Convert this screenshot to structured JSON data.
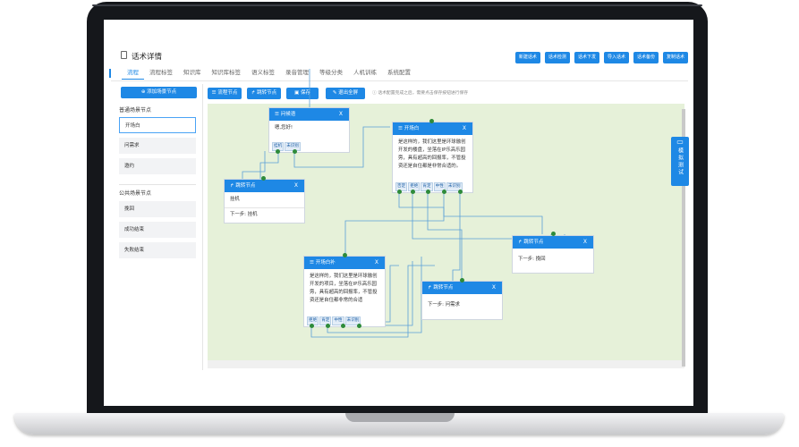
{
  "header": {
    "title": "话术详情"
  },
  "top_buttons": [
    "新建话术",
    "话术检测",
    "话术下发",
    "导入话术",
    "话术备份",
    "复制话术"
  ],
  "tabs": [
    "流程",
    "流程标签",
    "知识库",
    "知识库标签",
    "语义标签",
    "录音管理",
    "等级分类",
    "人机训练",
    "系统配置"
  ],
  "left_panel": {
    "add_button": "添加场景节点",
    "normal_title": "普通场景节点",
    "normal_items": [
      "开场白",
      "问需求",
      "邀约"
    ],
    "public_title": "公共场景节点",
    "public_items": [
      "挽回",
      "成功结束",
      "失败结束"
    ]
  },
  "toolbar": {
    "flow_node": "流程节点",
    "jump_node": "跳转节点",
    "save": "保存",
    "exit_fullscreen": "退出全屏",
    "hint": "话术配置完成之后，需要点击保存按钮进行保存"
  },
  "float_button": "模拟测试",
  "nodes": {
    "ask": {
      "title": "问候语",
      "close": "X",
      "text": "嗯,您好!",
      "chips": [
        "挂机",
        "未识别"
      ]
    },
    "open": {
      "title": "开场白",
      "close": "X",
      "text": "是这样的，我们这里是环球融创开发的楼盘，坐落在IP乐高乐园旁，具有超高的回报率，不管投资还是自住都是非常合适的。",
      "chips": [
        "否定",
        "拒绝",
        "肯定",
        "中性",
        "未识别"
      ]
    },
    "jump1": {
      "title": "跳转节点",
      "close": "X",
      "text": "挂机",
      "next": "下一步: 挂机"
    },
    "jump2": {
      "title": "跳转节点",
      "close": "X",
      "next": "下一步: 挽回"
    },
    "open2": {
      "title": "开场白补",
      "close": "X",
      "text": "是这样的，我们这里是环球融创开发的项目，坐落在IP乐高乐园旁，具有超高的回报率，不管投资还是自住都非常的合适",
      "chips": [
        "拒绝",
        "肯定",
        "中性",
        "未识别"
      ]
    },
    "jump3": {
      "title": "跳转节点",
      "close": "X",
      "next": "下一步: 问需求"
    }
  }
}
